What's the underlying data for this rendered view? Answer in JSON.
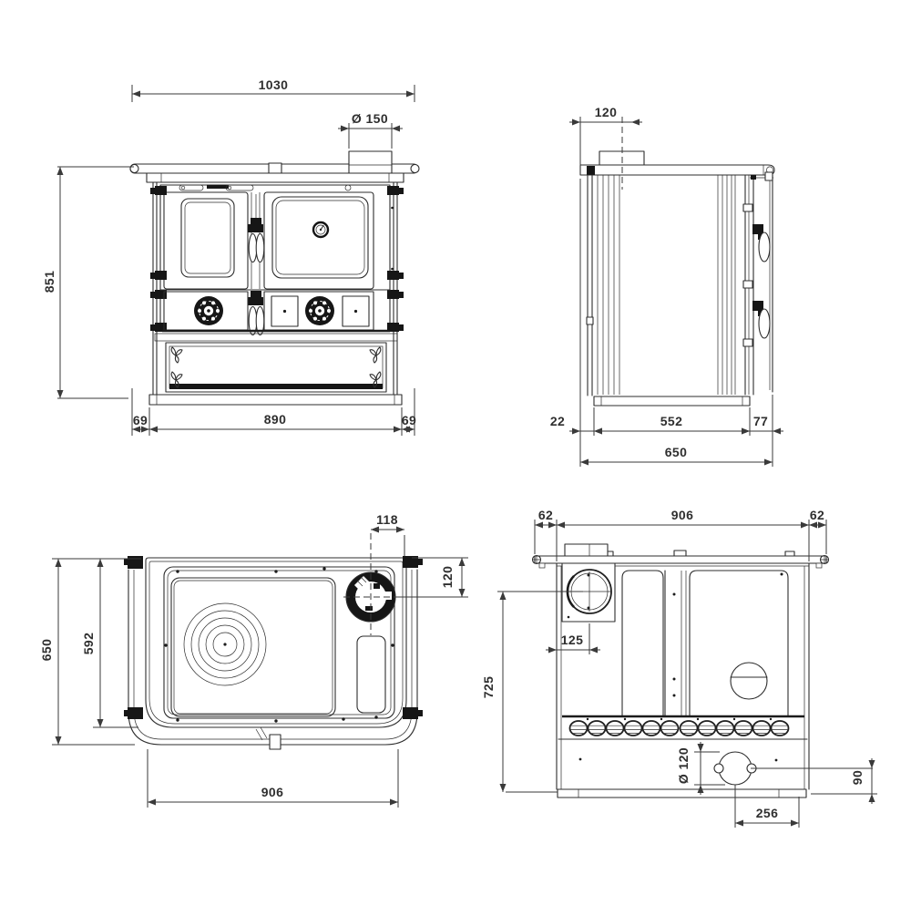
{
  "colors": {
    "line": "#2d2d2d",
    "dimension_text": "#2f2f2f",
    "background": "#ffffff"
  },
  "front": {
    "width": "1030",
    "flue_diameter": "Ø 150",
    "height": "851",
    "left_overhang": "69",
    "base_width": "890",
    "right_overhang": "69"
  },
  "side": {
    "flue_center_from_back": "120",
    "rear_overhang": "22",
    "base_depth": "552",
    "front_overhang": "77",
    "depth": "650"
  },
  "top": {
    "flue_center_offset": "118",
    "flue_center_from_back": "120",
    "depth": "650",
    "top_depth": "592",
    "front_width": "906"
  },
  "rear": {
    "left_overhang": "62",
    "body_width": "906",
    "right_overhang": "62",
    "flue_center_from_left": "125",
    "flue_center_height": "725",
    "outlet_diameter": "Ø 120",
    "outlet_center_height": "90",
    "outlet_from_right": "256"
  }
}
